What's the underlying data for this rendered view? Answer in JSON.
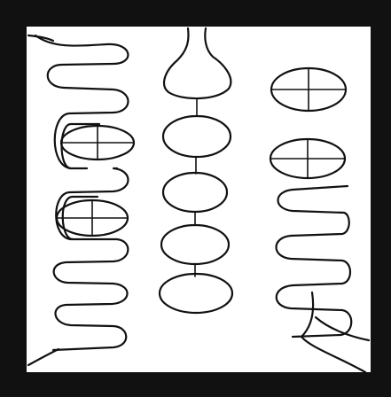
{
  "artwork": {
    "subject": "",
    "colors": {
      "frame": "#111111",
      "background": "#ffffff",
      "ink": "#111111"
    },
    "left_column": {
      "quartered_ovals": 2
    },
    "center_column": {
      "chain_ovals": 4,
      "has_top_bulb": true
    },
    "right_column": {
      "quartered_ovals": 2
    }
  }
}
